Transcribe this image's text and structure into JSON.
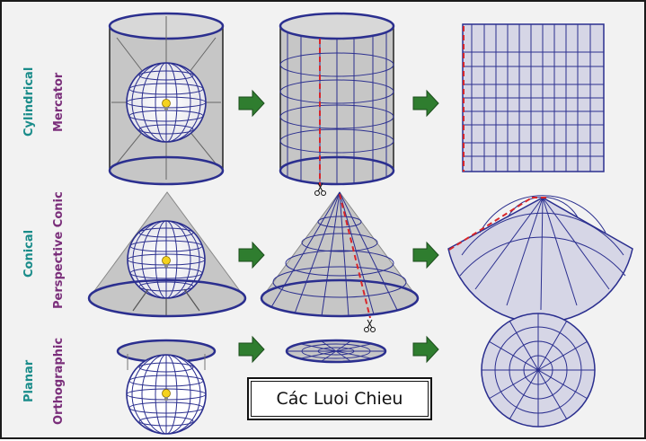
{
  "title": "Các Luoi Chieu",
  "rows": [
    {
      "family": "Cylindrical",
      "name": "Mercator"
    },
    {
      "family": "Conical",
      "name": "Perspective Conic"
    },
    {
      "family": "Planar",
      "name": "Orthographic"
    }
  ],
  "icons": {
    "arrow": "green-arrow-icon",
    "scissors": "scissors-icon",
    "light": "light-bulb-icon"
  },
  "colors": {
    "grid": "#2b2f8f",
    "surface": "#c8c8c8",
    "cut_line": "#d8262a",
    "arrow": "#2f7d2f",
    "family_label": "#1a8c8a",
    "name_label": "#7a2e7a"
  }
}
